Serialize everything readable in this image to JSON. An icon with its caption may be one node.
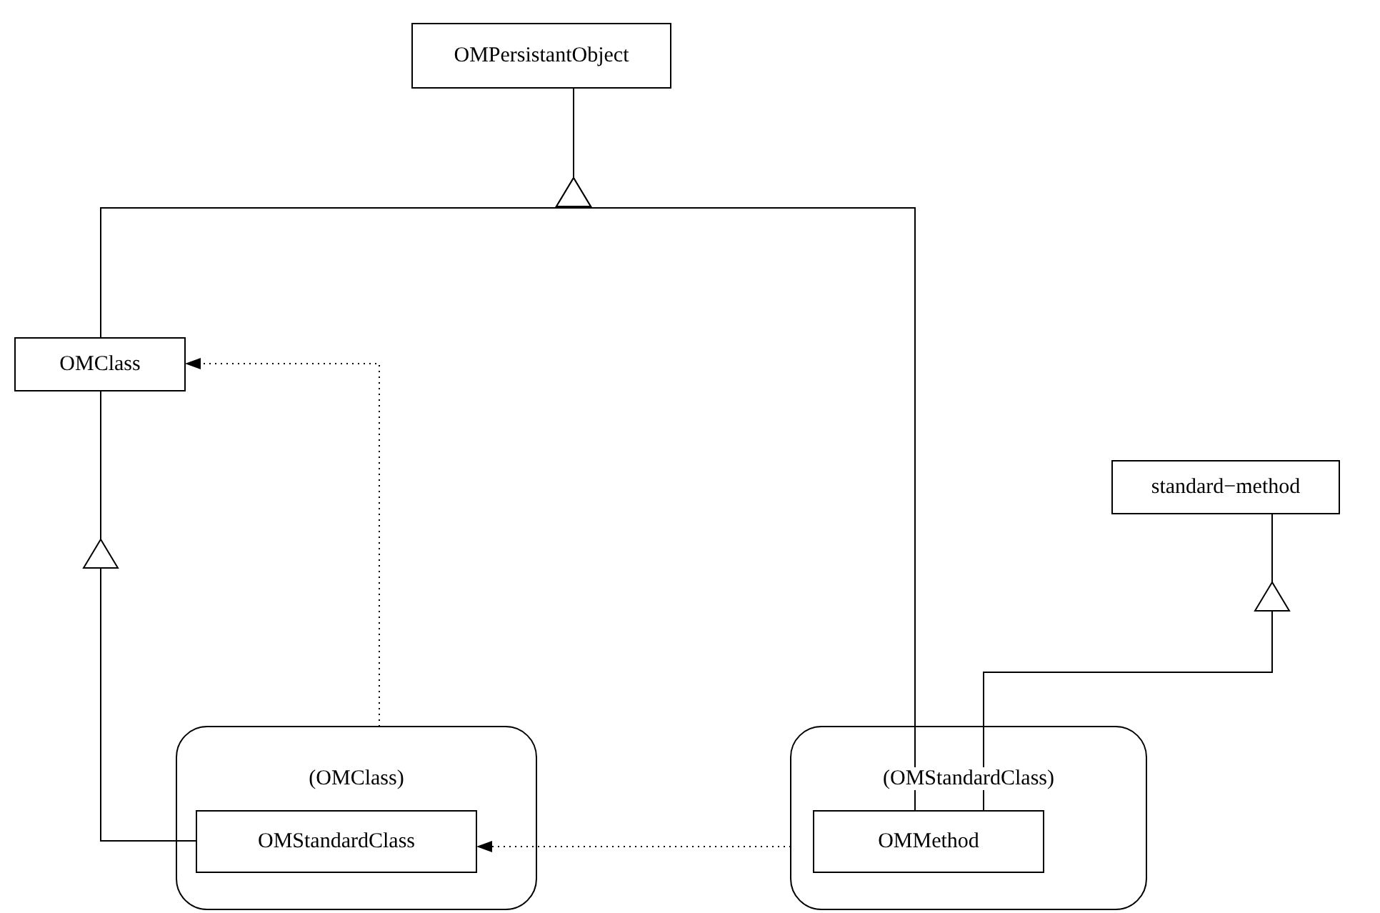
{
  "diagram": {
    "nodes": [
      {
        "text": [
          "OMPersistantObject"
        ]
      },
      {
        "text": [
          "OMClass"
        ]
      },
      {
        "text": [
          "standard−method"
        ]
      },
      {
        "text": [
          "(OMClass)"
        ]
      },
      {
        "text": [
          "OMStandardClass"
        ],
        "in": 3
      },
      {
        "text": [
          "(OMStandardClass)"
        ]
      },
      {
        "text": [
          "OMMethod"
        ],
        "in": 5
      }
    ],
    "edges": [
      {
        "from": 1,
        "to": 0,
        "arrow": "to"
      },
      {
        "from": 6,
        "to": 0,
        "arrow": "to"
      },
      {
        "from": 4,
        "to": 1,
        "arrow": "to"
      },
      {
        "from": 6,
        "to": 2,
        "arrow": "to"
      },
      {
        "from": 3,
        "to": 1,
        "arrow": "to",
        "style": "dashed"
      },
      {
        "from": 5,
        "to": 4,
        "arrow": "to",
        "style": "dashed"
      }
    ]
  }
}
